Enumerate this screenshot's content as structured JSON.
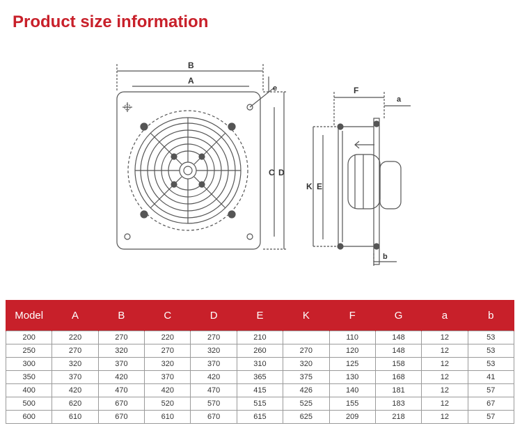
{
  "heading": "Product size information",
  "drawing": {
    "labels": {
      "B": "B",
      "A": "A",
      "e": "e",
      "C": "C",
      "D": "D",
      "F": "F",
      "a": "a",
      "K": "K",
      "E": "E",
      "b": "b"
    }
  },
  "table": {
    "headers": [
      "Model",
      "A",
      "B",
      "C",
      "D",
      "E",
      "K",
      "F",
      "G",
      "a",
      "b"
    ],
    "rows": [
      [
        "200",
        "220",
        "270",
        "220",
        "270",
        "210",
        "",
        "110",
        "148",
        "12",
        "53"
      ],
      [
        "250",
        "270",
        "320",
        "270",
        "320",
        "260",
        "270",
        "120",
        "148",
        "12",
        "53"
      ],
      [
        "300",
        "320",
        "370",
        "320",
        "370",
        "310",
        "320",
        "125",
        "158",
        "12",
        "53"
      ],
      [
        "350",
        "370",
        "420",
        "370",
        "420",
        "365",
        "375",
        "130",
        "168",
        "12",
        "41"
      ],
      [
        "400",
        "420",
        "470",
        "420",
        "470",
        "415",
        "426",
        "140",
        "181",
        "12",
        "57"
      ],
      [
        "500",
        "620",
        "670",
        "520",
        "570",
        "515",
        "525",
        "155",
        "183",
        "12",
        "67"
      ],
      [
        "600",
        "610",
        "670",
        "610",
        "670",
        "615",
        "625",
        "209",
        "218",
        "12",
        "57"
      ]
    ]
  },
  "colors": {
    "accent": "#c8202a",
    "header_text": "#ffffff",
    "grid": "#9a9a9a"
  }
}
